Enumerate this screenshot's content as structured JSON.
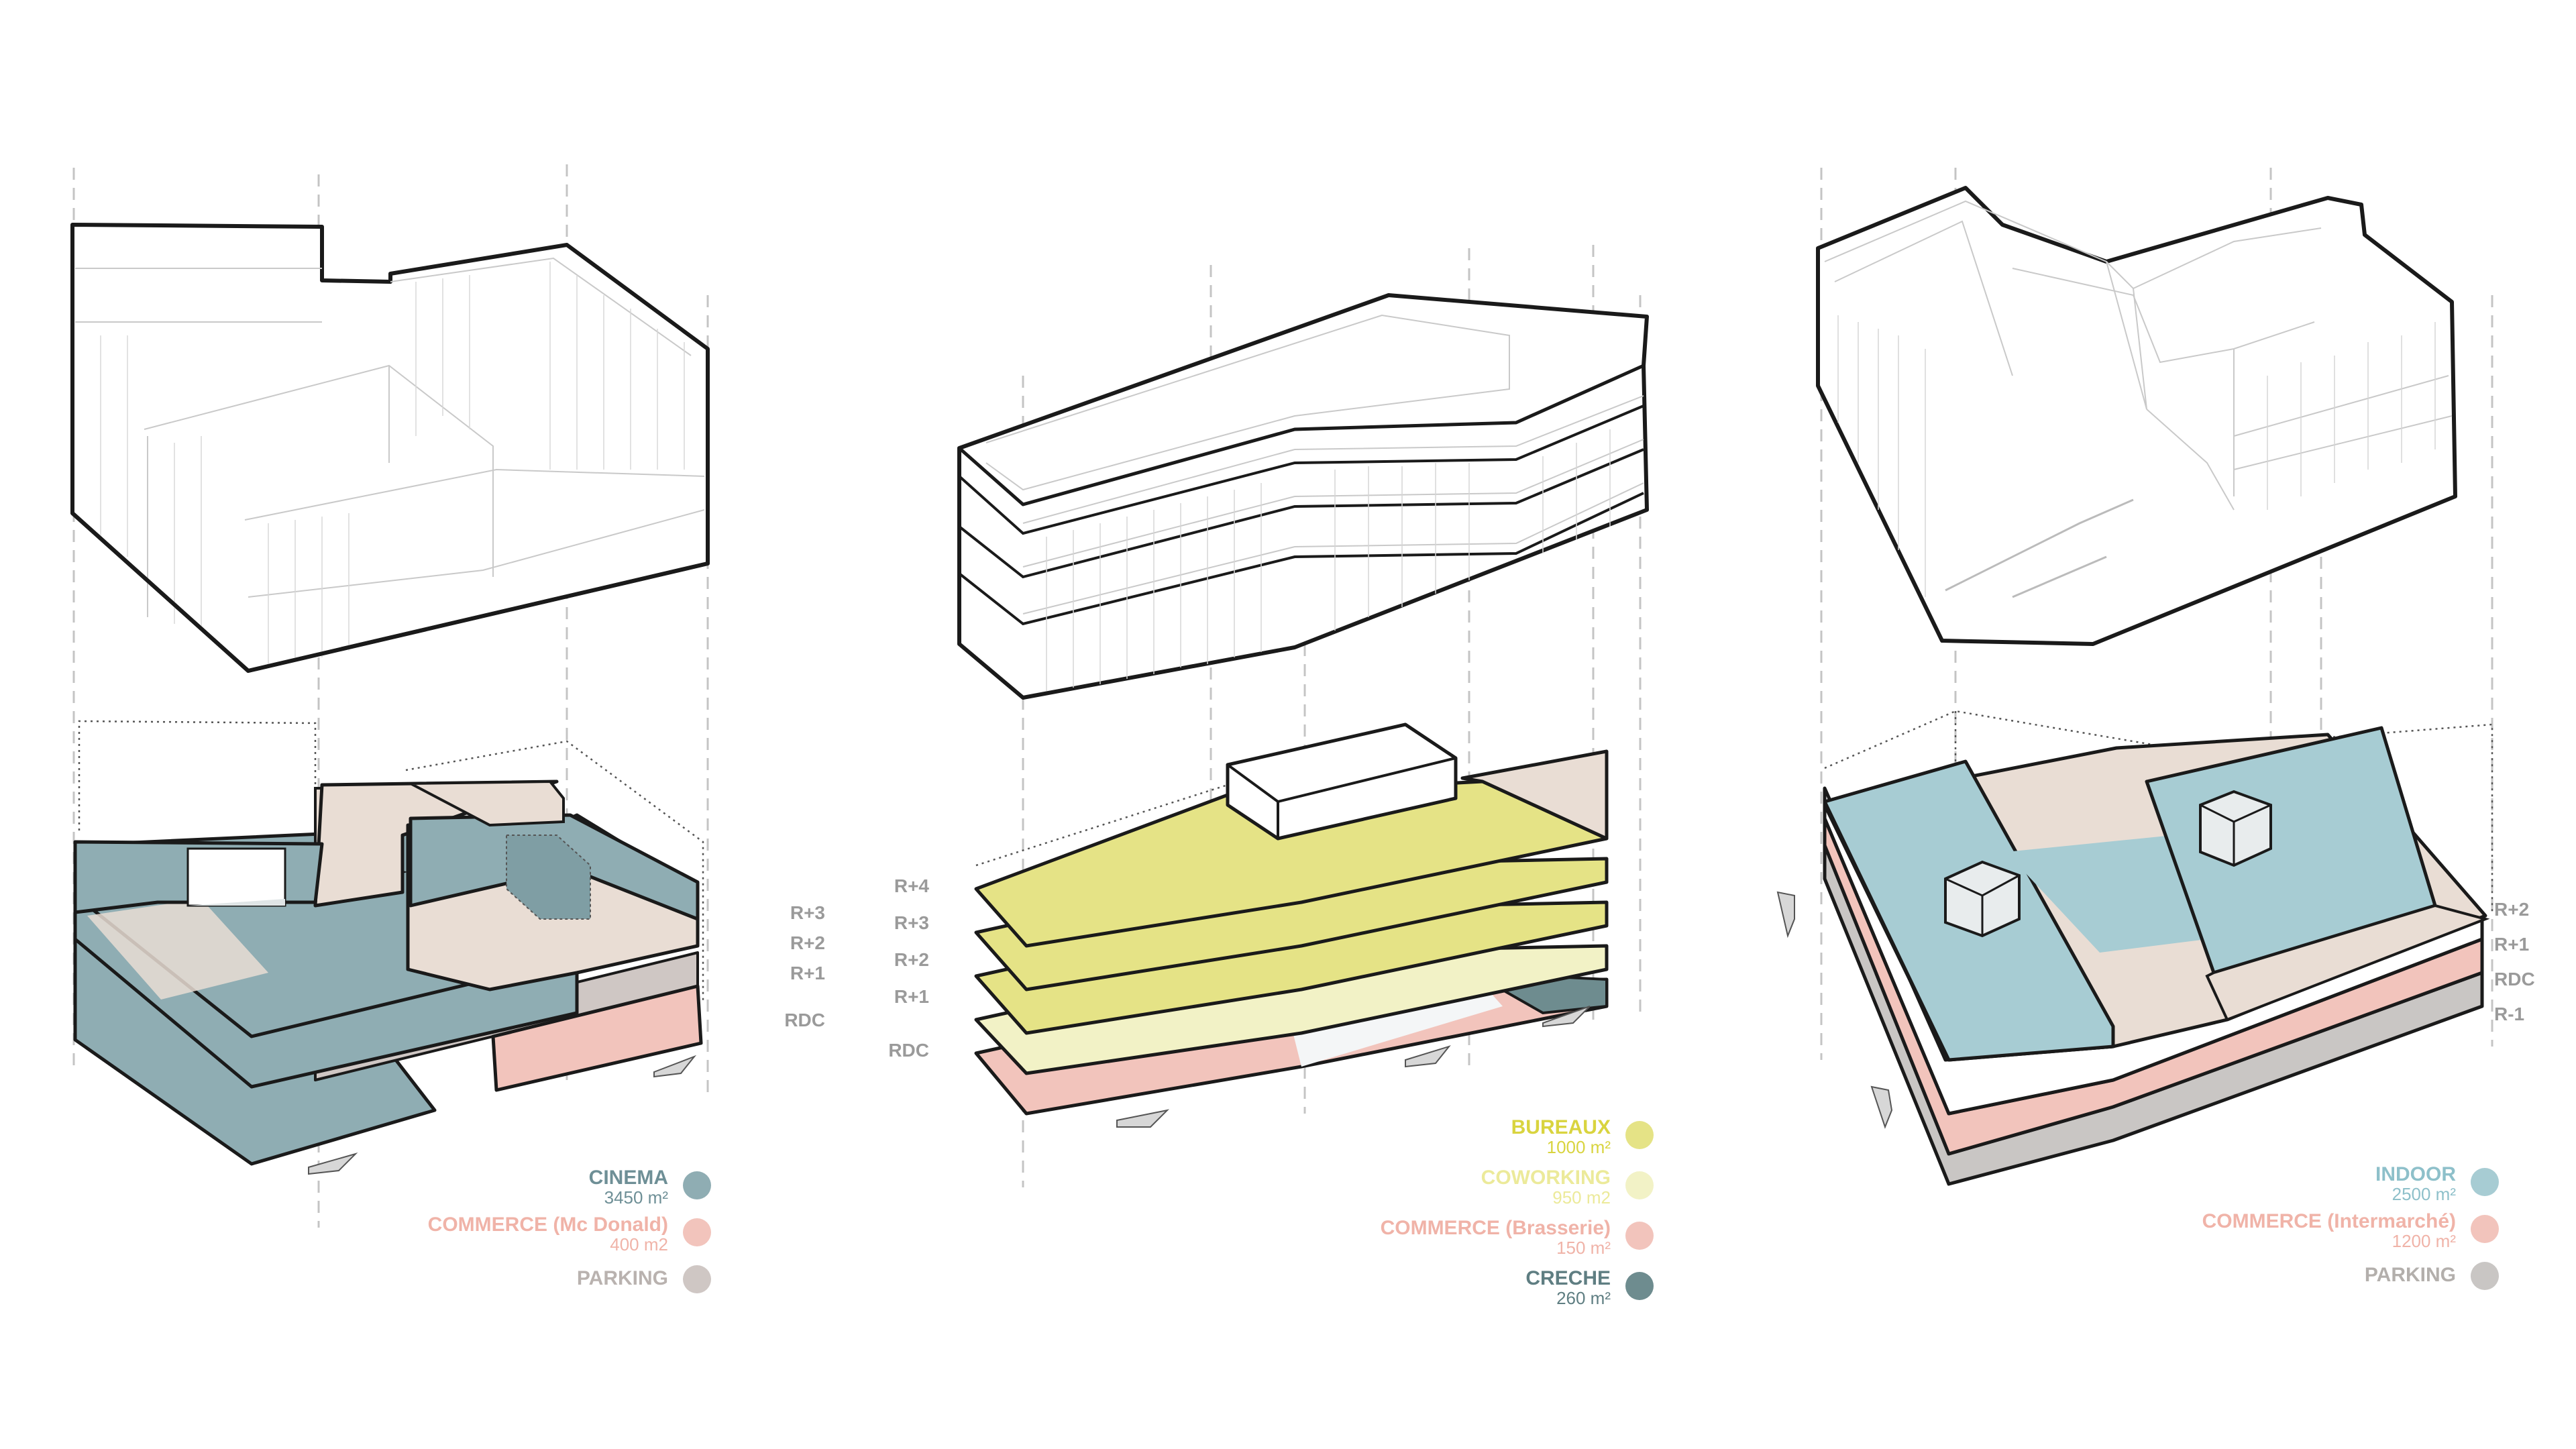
{
  "colors": {
    "cinema": "#8fadb3",
    "commerce": "#f2c4bc",
    "parking": "#cfc7c4",
    "bureaux": "#e5e386",
    "coworking": "#f2f2c6",
    "creche": "#6e8c8f",
    "indoor": "#a7ccd3",
    "beige": "#e9ddd4",
    "white_block": "#ffffff",
    "outline": "#1a1a1a",
    "dim_line": "#b8b8b8",
    "level_label": "#9a9a9a"
  },
  "diagrams": [
    {
      "id": "left",
      "levels": [
        "R+3",
        "R+2",
        "R+1",
        "RDC"
      ],
      "legend": [
        {
          "name": "CINEMA",
          "area": "3450 m²",
          "color": "#8fadb3",
          "text_color": "#6e8f96"
        },
        {
          "name": "COMMERCE (Mc Donald)",
          "area": "400 m2",
          "color": "#f2c4bc",
          "text_color": "#f0b3a8"
        },
        {
          "name": "PARKING",
          "area": "",
          "color": "#cfc7c4",
          "text_color": "#b9b2af"
        }
      ]
    },
    {
      "id": "middle",
      "levels": [
        "R+4",
        "R+3",
        "R+2",
        "R+1",
        "RDC"
      ],
      "legend": [
        {
          "name": "BUREAUX",
          "area": "1000 m²",
          "color": "#e5e386",
          "text_color": "#d9d43f"
        },
        {
          "name": "COWORKING",
          "area": "950 m2",
          "color": "#f2f2c6",
          "text_color": "#ecea9a"
        },
        {
          "name": "COMMERCE (Brasserie)",
          "area": "150 m²",
          "color": "#f2c4bc",
          "text_color": "#f0b3a8"
        },
        {
          "name": "CRECHE",
          "area": "260 m²",
          "color": "#6e8c8f",
          "text_color": "#5f7e82"
        }
      ]
    },
    {
      "id": "right",
      "levels": [
        "R+2",
        "R+1",
        "RDC",
        "R-1"
      ],
      "legend": [
        {
          "name": "INDOOR",
          "area": "2500 m²",
          "color": "#a7ccd3",
          "text_color": "#8ec0ca"
        },
        {
          "name": "COMMERCE (Intermarché)",
          "area": "1200 m²",
          "color": "#f2c4bc",
          "text_color": "#f0b3a8"
        },
        {
          "name": "PARKING",
          "area": "",
          "color": "#c9c6c4",
          "text_color": "#b3afac"
        }
      ]
    }
  ]
}
